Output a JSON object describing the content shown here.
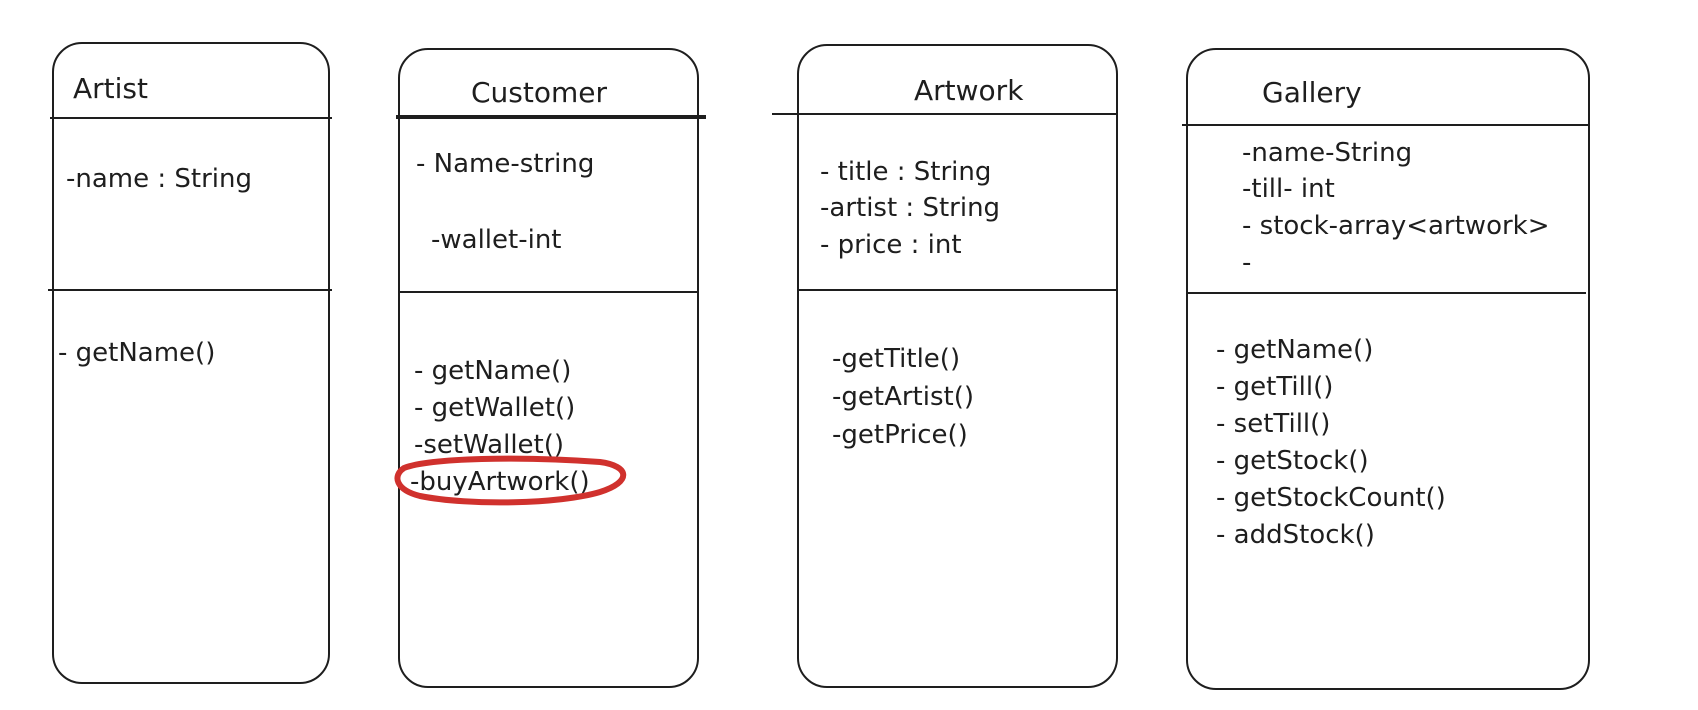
{
  "classes": {
    "artist": {
      "name": "Artist",
      "attributes": [
        "-name : String"
      ],
      "methods": [
        "- getName()"
      ]
    },
    "customer": {
      "name": "Customer",
      "attributes": [
        "- Name-string",
        "-wallet-int"
      ],
      "methods": [
        "- getName()",
        "- getWallet()",
        "-setWallet()",
        "-buyArtwork()"
      ]
    },
    "artwork": {
      "name": "Artwork",
      "attributes": [
        "- title : String",
        "-artist : String",
        "- price : int"
      ],
      "methods": [
        "-getTitle()",
        "-getArtist()",
        "-getPrice()"
      ]
    },
    "gallery": {
      "name": "Gallery",
      "attributes": [
        "-name-String",
        "-till- int",
        "- stock-array<artwork>",
        "-"
      ],
      "methods": [
        "- getName()",
        "- getTill()",
        "- setTill()",
        "- getStock()",
        "- getStockCount()",
        "- addStock()"
      ]
    }
  },
  "highlight": {
    "color": "#d0312d"
  }
}
